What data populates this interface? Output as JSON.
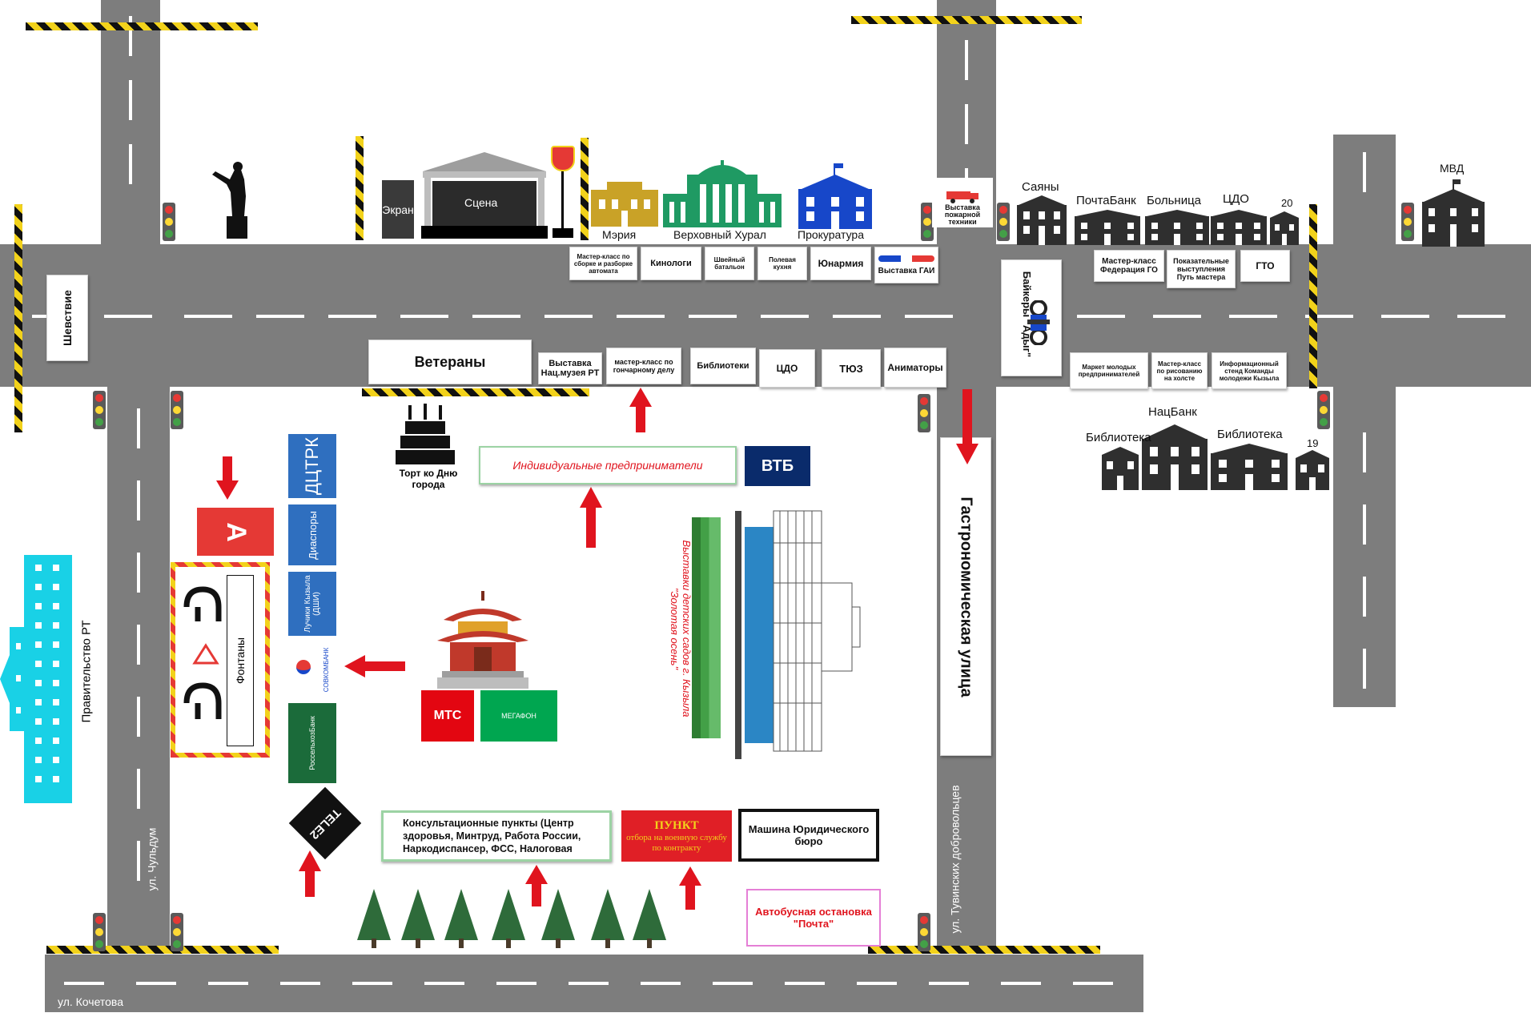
{
  "streets": {
    "shestvie": "Шевствие",
    "gastro": "Гастрономическая улица",
    "chuldum": "ул. Чульдум",
    "tuvinskih": "ул. Тувинских добровольцев",
    "kochetova": "ул. Кочетова"
  },
  "buildings": {
    "pravitelstvo": "Правительство РТ",
    "mvd": "МВД",
    "sayany": "Саяны",
    "pochtabank": "ПочтаБанк",
    "bolnitsa": "Больница",
    "cdo_top": "ЦДО",
    "n20": "20",
    "natsbank": "НацБанк",
    "biblioteka1": "Библиотека",
    "biblioteka2": "Библиотека",
    "n19": "19",
    "meriya": "Мэрия",
    "khural": "Верховный Хурал",
    "prokuratura": "Прокуратура"
  },
  "stage": {
    "ekran": "Экран",
    "scena": "Сцена"
  },
  "fire": "Выставка пожарной техники",
  "top_booths": [
    "Мастер-класс по сборке и разборке автомата",
    "Кинологи",
    "Швейный батальон",
    "Полевая кухня",
    "Юнармия",
    "Выставка ГАИ"
  ],
  "right_top_booths": [
    "Мастер-класс Федерация ГО",
    "Показательные выступления Путь мастера",
    "ГТО"
  ],
  "bikers": "Байкеры \"Адыг\"",
  "bottom_booths": [
    "Ветераны",
    "Выставка Нац.музея РТ",
    "мастер-класс по гончарному делу",
    "Библиотеки",
    "ЦДО",
    "ТЮЗ",
    "Аниматоры"
  ],
  "right_bottom_booths": [
    "Маркет молодых предпринимателей",
    "Мастер-класс по рисованию на холсте",
    "Информационный стенд Команды молодежи Кызыла"
  ],
  "square": {
    "cake": "Торт ко Дню города",
    "ip": "Индивидуальные предприниматели",
    "vtb": "ВТБ",
    "a_sign": "А",
    "fountains": "Фонтаны",
    "dctrk": "ДЦТРК",
    "diaspory": "Диаспоры",
    "luchiki": "Лучики Кызыла (ДШИ)",
    "sovcom": "СОВКОМБАНК",
    "rosselhoz": "РоссельхозБанк",
    "mts": "МТС",
    "megafon": "МЕГАФОН",
    "tele2": "TELE2",
    "kindergarten": "Выставки детских садов г. Кызыла \"Золотая осень\"",
    "consult": "Консультационные пункты (Центр здоровья, Минтруд, Работа России, Наркодиспансер, ФСС, Налоговая",
    "punkt_title": "ПУНКТ",
    "punkt_text": "отбора на военную службу по контракту",
    "jurist": "Машина Юридического бюро",
    "bus": "Автобусная остановка \"Почта\""
  },
  "colors": {
    "road": "#7d7d7d",
    "building_dark": "#2f2f2f",
    "red_arrow": "#e0141e",
    "meriya": "#c9a227",
    "khural": "#1f9a63",
    "prokuratura": "#1747c9",
    "pravitelstvo": "#19d1e6",
    "dctrk": "#2f6fbf",
    "mts": "#e30611",
    "megafon": "#00a650",
    "vtb": "#0a2b6b",
    "punkt": "#e01f26"
  }
}
